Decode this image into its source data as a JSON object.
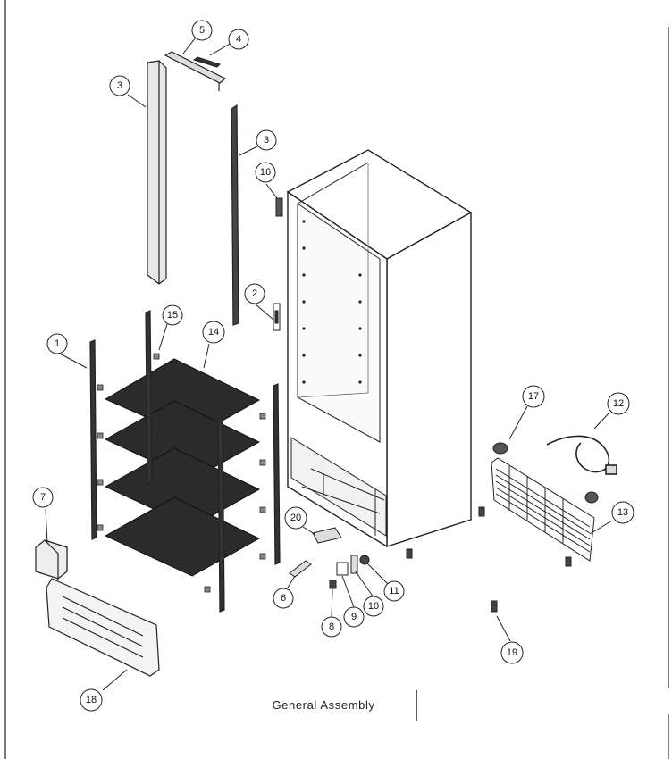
{
  "caption": "General Assembly",
  "callouts": {
    "c1": "1",
    "c2": "2",
    "c3a": "3",
    "c3b": "3",
    "c4": "4",
    "c5": "5",
    "c6": "6",
    "c7": "7",
    "c8": "8",
    "c9": "9",
    "c10": "10",
    "c11": "11",
    "c12": "12",
    "c13": "13",
    "c14": "14",
    "c15": "15",
    "c16": "16",
    "c17": "17",
    "c18": "18",
    "c19": "19",
    "c20": "20"
  },
  "colors": {
    "line": "#222222",
    "shelf": "#2b2b2b",
    "rail": "#333333"
  }
}
